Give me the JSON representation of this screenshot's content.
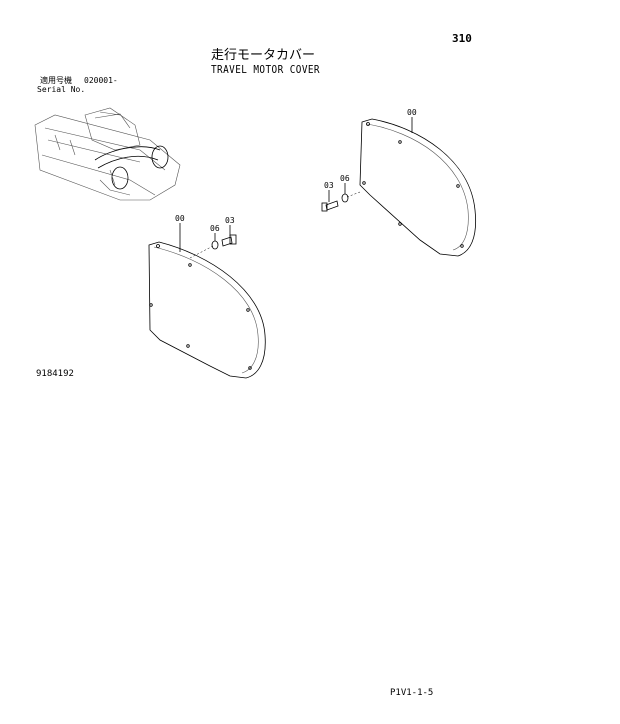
{
  "page_number": "310",
  "title_jp": "走行モータカバー",
  "title_en": "TRAVEL MOTOR COVER",
  "serial": {
    "label_jp": "適用号機",
    "value": "020001-",
    "label_en": "Serial No."
  },
  "callouts": {
    "cover_right": "00",
    "bolt_right": "03",
    "washer_right": "06",
    "cover_left": "00",
    "washer_left": "06",
    "bolt_left": "03"
  },
  "drawing_number": "9184192",
  "page_code": "P1V1-1-5"
}
